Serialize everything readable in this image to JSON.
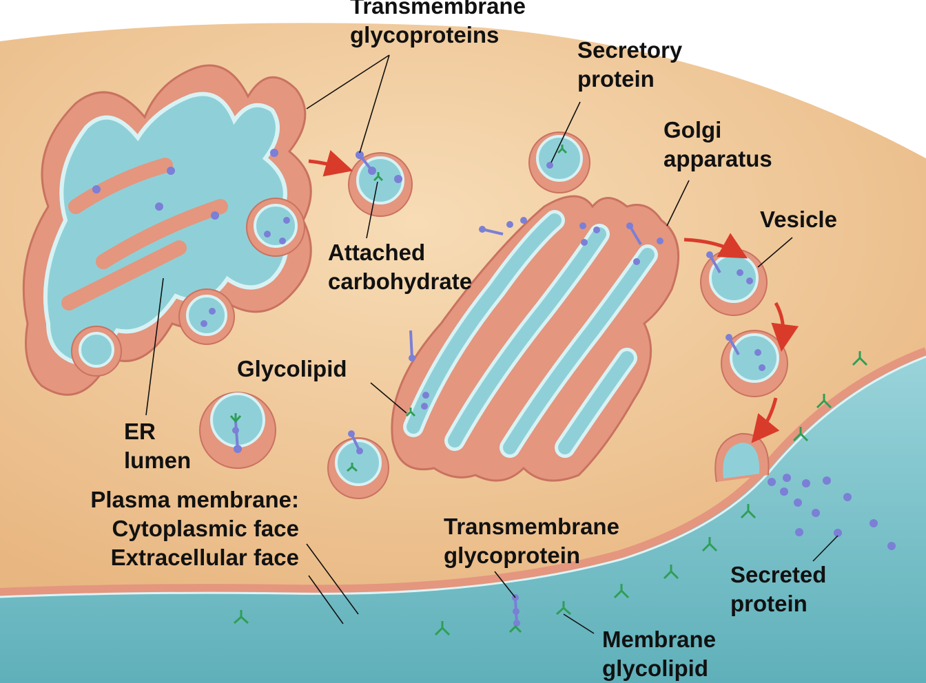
{
  "labels": {
    "transmembrane_glycoproteins": [
      "Transmembrane",
      "glycoproteins"
    ],
    "secretory_protein": [
      "Secretory",
      "protein"
    ],
    "golgi_apparatus": [
      "Golgi",
      "apparatus"
    ],
    "vesicle": [
      "Vesicle"
    ],
    "attached_carbohydrate": [
      "Attached",
      "carbohydrate"
    ],
    "glycolipid": [
      "Glycolipid"
    ],
    "er_lumen": [
      "ER",
      "lumen"
    ],
    "plasma_membrane": [
      "Plasma membrane:",
      "Cytoplasmic face",
      "Extracellular face"
    ],
    "transmembrane_glycoprotein": [
      "Transmembrane",
      "glycoprotein"
    ],
    "secreted_protein": [
      "Secreted",
      "protein"
    ],
    "membrane_glycolipid": [
      "Membrane",
      "glycolipid"
    ]
  },
  "colors": {
    "cytoplasm": "#f0c896",
    "membrane": "#e4967f",
    "membrane_dark": "#c97260",
    "lumen": "#8fd0d8",
    "lumen_light": "#d8f2f4",
    "extracellular": "#7cc3cc",
    "protein": "#7b7fd6",
    "carbohydrate": "#2f9e56",
    "arrow": "#d93b2b",
    "leader": "#111111"
  },
  "icons": {
    "transport_arrow": "curved-red-arrow-icon",
    "protein": "protein-dot-icon",
    "carbohydrate": "branched-carbohydrate-icon"
  }
}
